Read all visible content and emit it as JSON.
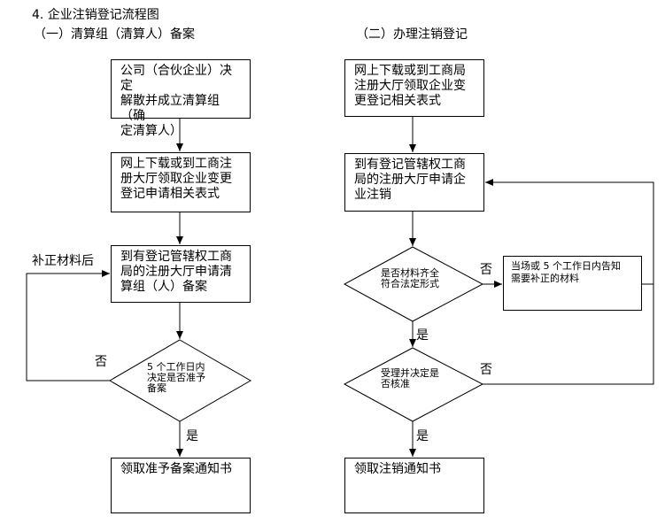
{
  "title": "4. 企业注销登记流程图",
  "left": {
    "heading": "（一）清算组（清算人）备案",
    "box1": "公司（合伙企业）决定\n解散并成立清算组（确\n定清算人）",
    "box2": "网上下载或到工商注\n册大厅领取企业变更\n登记申请相关表式",
    "box3": "到有登记管辖权工商\n局的注册大厅申请清\n算组（人）备案",
    "decision": "5 个工作日内\n决定是否准予\n备案",
    "yes_label": "是",
    "no_label": "否",
    "loop_label": "补正材料后",
    "box4": "领取准予备案通知书"
  },
  "right": {
    "heading": "（二）办理注销登记",
    "box1": "网上下载或到工商局\n注册大厅领取企业变\n更登记相关表式",
    "box2": "到有登记管辖权工商\n局的注册大厅申请企\n业注销",
    "decision1": "是否材料齐全\n符合法定形式",
    "no1_label": "否",
    "side_box": "当场或 5 个工作日内告知\n需要补正的材料",
    "yes1_label": "是",
    "decision2": "受理并决定是\n否核准",
    "no2_label": "否",
    "yes2_label": "是",
    "box3": "领取注销通知书"
  }
}
